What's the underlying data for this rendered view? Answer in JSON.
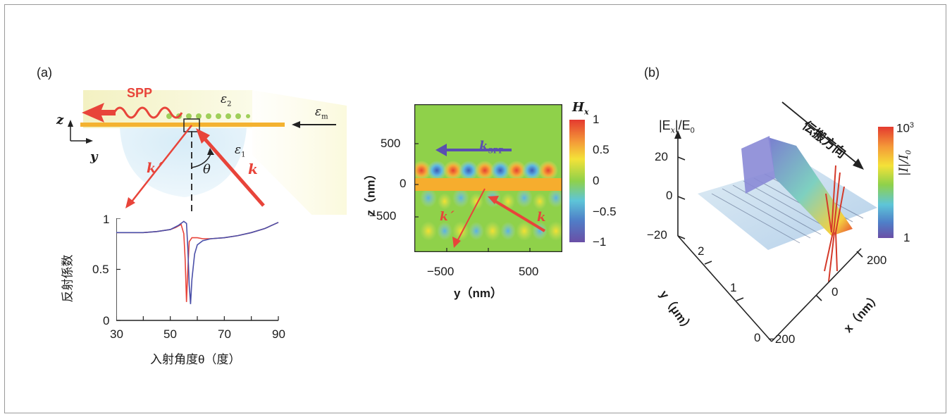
{
  "panel_a": {
    "label": "(a)",
    "schematic": {
      "spp": "SPP",
      "eps2": "ε",
      "eps2_sub": "2",
      "epsm": "ε",
      "epsm_sub": "m",
      "eps1": "ε",
      "eps1_sub": "1",
      "z_axis": "z",
      "y_axis": "y",
      "k_in": "k",
      "k_ref": "k´",
      "theta": "θ"
    },
    "reflectance_chart": {
      "ylabel": "反射係数",
      "xlabel": "入射角度θ（度）",
      "y_ticks": [
        "1",
        "0.5",
        "0"
      ],
      "x_ticks": [
        "30",
        "50",
        "70",
        "90"
      ]
    },
    "field_map": {
      "y_ticks": [
        "500",
        "0",
        "−500"
      ],
      "x_ticks": [
        "−500",
        "500"
      ],
      "zlabel": "z（nm）",
      "ylabel": "y（nm）",
      "k_spp": "k",
      "k_spp_sub": "SPP",
      "k_in": "k",
      "k_ref": "k´",
      "colorbar_title": "H",
      "colorbar_sub": "x",
      "colorbar_ticks": [
        "1",
        "0.5",
        "0",
        "−0.5",
        "−1"
      ]
    }
  },
  "panel_b": {
    "label": "(b)",
    "direction": "伝搬方向",
    "z_title": "|E",
    "z_title_sub": "x",
    "z_title_tail": "|/E",
    "z_title_tail_sub": "0",
    "z_ticks": [
      "20",
      "0",
      "−20"
    ],
    "y_ticks": [
      "2",
      "1",
      "0"
    ],
    "y_label": "y（μm）",
    "x_ticks": [
      "200",
      "0",
      "−200"
    ],
    "x_label": "x（nm）",
    "colorbar_top": "10",
    "colorbar_top_sup": "3",
    "colorbar_bottom": "1",
    "colorbar_title": "|I|/I",
    "colorbar_title_sub": "0"
  },
  "chart_data": [
    {
      "type": "line",
      "xlabel": "入射角度θ（度）",
      "ylabel": "反射係数",
      "xlim": [
        30,
        90
      ],
      "ylim": [
        0,
        1
      ],
      "series": [
        {
          "color": "#e8443a",
          "x": [
            30,
            35,
            40,
            45,
            50,
            52,
            54,
            55,
            55.5,
            56,
            56.5,
            57,
            58,
            60,
            62,
            65,
            70,
            75,
            80,
            85,
            90
          ],
          "y": [
            0.86,
            0.86,
            0.86,
            0.87,
            0.89,
            0.91,
            0.94,
            0.85,
            0.6,
            0.18,
            0.5,
            0.77,
            0.81,
            0.81,
            0.8,
            0.8,
            0.81,
            0.83,
            0.86,
            0.9,
            0.96
          ]
        },
        {
          "color": "#4a4fa8",
          "x": [
            30,
            35,
            40,
            45,
            50,
            53,
            55,
            56,
            56.5,
            57,
            57.5,
            58,
            59,
            60,
            62,
            65,
            70,
            75,
            80,
            85,
            90
          ],
          "y": [
            0.86,
            0.86,
            0.86,
            0.87,
            0.89,
            0.93,
            0.97,
            0.95,
            0.7,
            0.35,
            0.16,
            0.4,
            0.65,
            0.74,
            0.78,
            0.8,
            0.81,
            0.83,
            0.86,
            0.9,
            0.96
          ]
        }
      ]
    }
  ]
}
